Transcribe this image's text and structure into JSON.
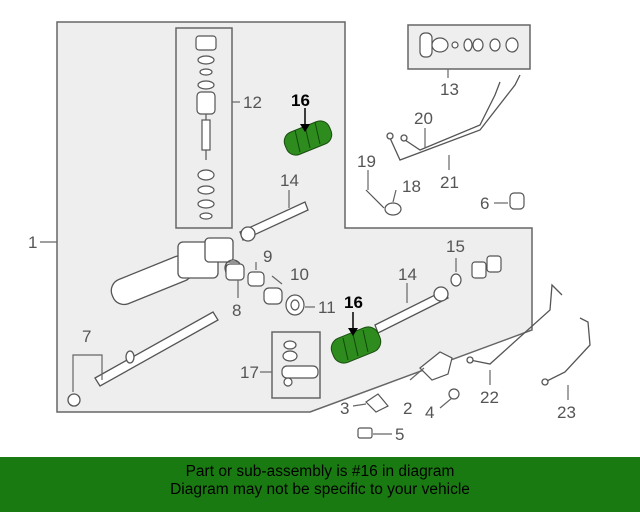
{
  "diagram": {
    "labels": {
      "l1": "1",
      "l2": "2",
      "l3": "3",
      "l4": "4",
      "l5": "5",
      "l6": "6",
      "l7": "7",
      "l8": "8",
      "l9": "9",
      "l10": "10",
      "l11": "11",
      "l12": "12",
      "l13": "13",
      "l14a": "14",
      "l14b": "14",
      "l15": "15",
      "l16a": "16",
      "l16b": "16",
      "l17": "17",
      "l18": "18",
      "l19": "19",
      "l20": "20",
      "l21": "21",
      "l22": "22",
      "l23": "23"
    },
    "colors": {
      "highlight_part": "#2e8b1e",
      "line": "#666666",
      "panel": "#eeeeee",
      "banner": "#1a7a12"
    }
  },
  "banner": {
    "line1": "Part or sub-assembly is #16 in diagram",
    "line2": "Diagram may not be specific to your vehicle"
  }
}
